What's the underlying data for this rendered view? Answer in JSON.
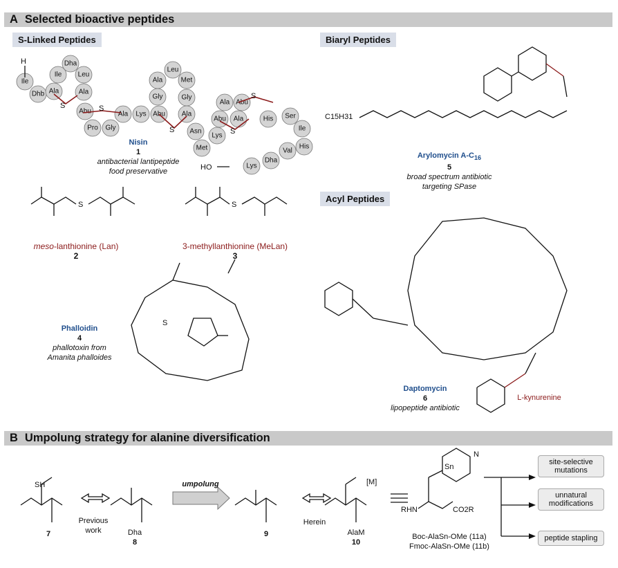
{
  "sectionA": {
    "letter": "A",
    "title": "Selected bioactive peptides"
  },
  "sectionB": {
    "letter": "B",
    "title": "Umpolung strategy for alanine diversification"
  },
  "subheads": {
    "slinked": "S-Linked Peptides",
    "biaryl": "Biaryl Peptides",
    "acyl": "Acyl Peptides"
  },
  "nisin": {
    "name": "Nisin",
    "num": "1",
    "desc1": "antibacterial lantipeptide",
    "desc2": "food preservative",
    "residues": [
      "Ile",
      "Dhb",
      "Ala",
      "Ile",
      "Dha",
      "Leu",
      "Ala",
      "Abu",
      "Pro",
      "Gly",
      "Ala",
      "Lys",
      "Abu",
      "Ala",
      "Gly",
      "Leu",
      "Met",
      "Gly",
      "Ala",
      "Asn",
      "Met",
      "Lys",
      "Abu",
      "Ala",
      "Abu",
      "Ala",
      "His",
      "Ser",
      "Ile",
      "His",
      "Val",
      "Dha",
      "Lys"
    ],
    "labels": {
      "h": "H",
      "s": "S",
      "ho": "HO"
    }
  },
  "lan": {
    "prefix": "meso",
    "rest": "-lanthionine (Lan)",
    "num": "2"
  },
  "melan": {
    "name": "3-methyllanthionine (MeLan)",
    "num": "3"
  },
  "phalloidin": {
    "name": "Phalloidin",
    "num": "4",
    "desc1": "phallotoxin from",
    "desc2": "Amanita phalloides"
  },
  "arylomycin": {
    "name": "Arylomycin A-C",
    "sub": "16",
    "num": "5",
    "desc1": "broad spectrum antibiotic",
    "desc2": "targeting SPase",
    "chain": "C15H31"
  },
  "daptomycin": {
    "name": "Daptomycin",
    "num": "6",
    "desc": "lipopeptide antibiotic",
    "kyn": "L-kynurenine"
  },
  "schemeB": {
    "c7": "7",
    "c8": "8",
    "c8name": "Dha",
    "c9": "9",
    "c10": "10",
    "c10name": "AlaM",
    "previous1": "Previous",
    "previous2": "work",
    "herein": "Herein",
    "umpolung": "umpolung",
    "reagent11a": "Boc-AlaSn-OMe (11a)",
    "reagent11b": "Fmoc-AlaSn-OMe (11b)",
    "sh": "SH",
    "m": "[M]",
    "sn": "Sn",
    "n": "N",
    "rhn": "RHN",
    "co2r": "CO2R"
  },
  "outcomes": [
    "site-selective mutations",
    "unnatural modifications",
    "peptide stapling"
  ]
}
